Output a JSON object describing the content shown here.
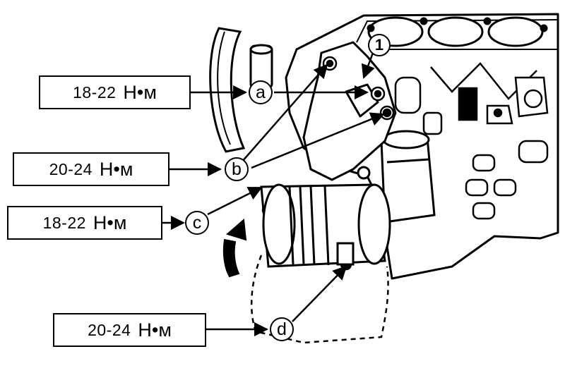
{
  "labels": [
    {
      "id": "a",
      "value": "18-22",
      "unit": "Н•м"
    },
    {
      "id": "b",
      "value": "20-24",
      "unit": "Н•м"
    },
    {
      "id": "c",
      "value": "18-22",
      "unit": "Н•м"
    },
    {
      "id": "d",
      "value": "20-24",
      "unit": "Н•м"
    }
  ],
  "callouts": {
    "a": "a",
    "b": "b",
    "c": "c",
    "d": "d"
  },
  "reference_number": "1",
  "colors": {
    "line": "#000000",
    "background": "#ffffff"
  }
}
